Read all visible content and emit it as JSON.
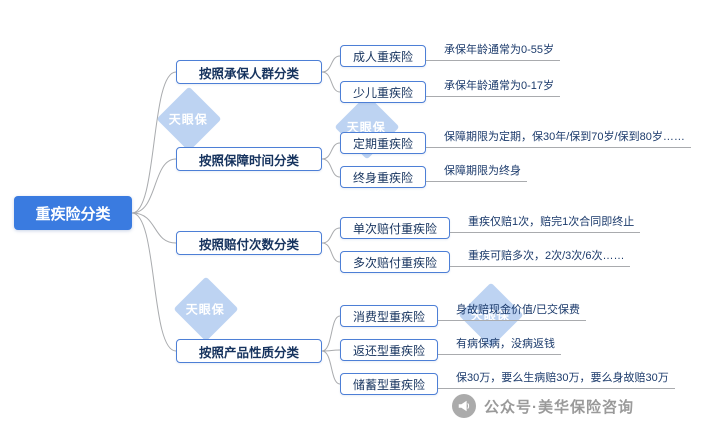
{
  "root": {
    "label": "重疾险分类"
  },
  "branches": [
    {
      "label": "按照承保人群分类",
      "children": [
        {
          "label": "成人重疾险",
          "note": "承保年龄通常为0-55岁"
        },
        {
          "label": "少儿重疾险",
          "note": "承保年龄通常为0-17岁"
        }
      ]
    },
    {
      "label": "按照保障时间分类",
      "children": [
        {
          "label": "定期重疾险",
          "note": "保障期限为定期，保30年/保到70岁/保到80岁……"
        },
        {
          "label": "终身重疾险",
          "note": "保障期限为终身"
        }
      ]
    },
    {
      "label": "按照赔付次数分类",
      "children": [
        {
          "label": "单次赔付重疾险",
          "note": "重疾仅赔1次，赔完1次合同即终止"
        },
        {
          "label": "多次赔付重疾险",
          "note": "重疾可赔多次，2次/3次/6次……"
        }
      ]
    },
    {
      "label": "按照产品性质分类",
      "children": [
        {
          "label": "消费型重疾险",
          "note": "身故赔现金价值/已交保费"
        },
        {
          "label": "返还型重疾险",
          "note": "有病保病，没病返钱"
        },
        {
          "label": "储蓄型重疾险",
          "note": "保30万，要么生病赔30万，要么身故赔30万"
        }
      ]
    }
  ],
  "watermark": {
    "label": "天眼保"
  },
  "footer": {
    "label": "公众号·美华保险咨询"
  },
  "colors": {
    "root_bg": "#3a7be0",
    "border": "#4d7fd6",
    "node_text": "#16335e",
    "note_text": "#1b3a6b",
    "line": "#a9abae",
    "footer_gray": "#9a9a9a"
  }
}
